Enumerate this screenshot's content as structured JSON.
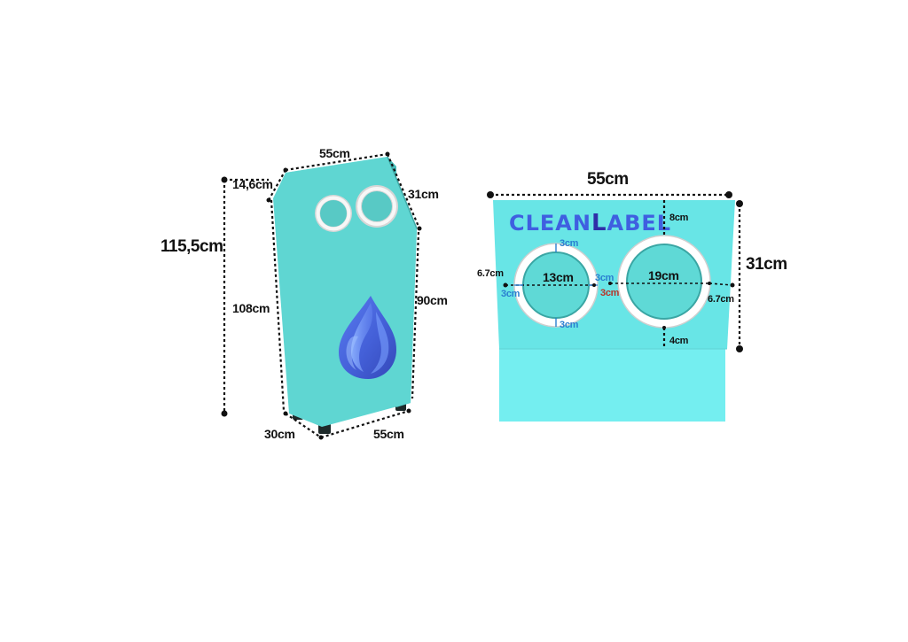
{
  "colors": {
    "cabinet_front": "#5fd6d2",
    "cabinet_side": "#48bcb9",
    "cabinet_top": "#7fe7e2",
    "box_front": "#68e5e6",
    "box_lower": "#74eef0",
    "ring": "#f2f2f2",
    "dimension_line": "#111111",
    "accent_blue": "#2a7fd0",
    "accent_red": "#b8352a",
    "logo_blue": "#3f5fe0"
  },
  "logo": {
    "part1": "CLEAN",
    "part2": "L",
    "part3": "ABEL"
  },
  "icons": {
    "drop": "water-drop-icon"
  },
  "cabinet_dims": {
    "top_width": "55cm",
    "top_slope": "14,6cm",
    "side_top": "31cm",
    "total_height": "115,5cm",
    "front_height": "108cm",
    "back_height": "90cm",
    "depth": "30cm",
    "bottom_width": "55cm"
  },
  "panel_dims": {
    "width": "55cm",
    "height": "31cm",
    "top_margin": "8cm",
    "bottom_margin": "4cm",
    "left_hole": "13cm",
    "right_hole": "19cm",
    "ring_top": "3cm",
    "ring_bottom": "3cm",
    "ring_left": "3cm",
    "ring_mid_blue": "3cm",
    "ring_mid_red": "3cm",
    "left_edge": "6.7cm",
    "right_edge": "6.7cm"
  }
}
